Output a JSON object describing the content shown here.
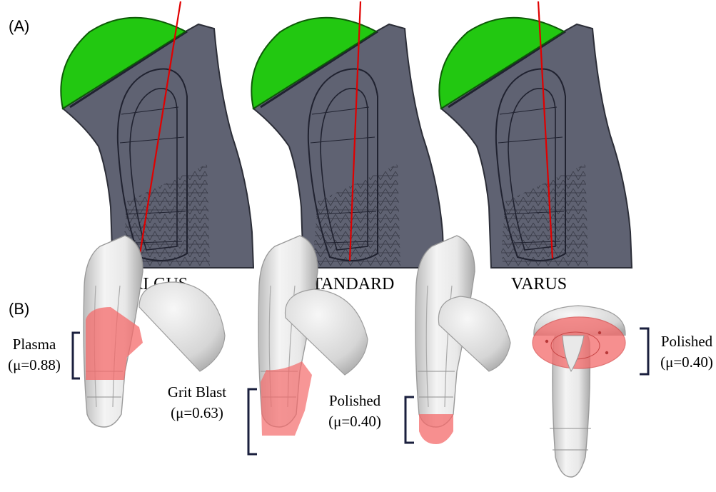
{
  "panel_a": {
    "letter": "(A)",
    "cases": [
      {
        "label": "VALGUS"
      },
      {
        "label": "STANDARD"
      },
      {
        "label": "VARUS"
      }
    ]
  },
  "panel_b": {
    "letter": "(B)",
    "annotations": [
      {
        "line1": "Plasma",
        "line2": "(μ=0.88)"
      },
      {
        "line1": "Grit Blast",
        "line2": "(μ=0.63)"
      },
      {
        "line1": "Polished",
        "line2": "(μ=0.40)"
      },
      {
        "line1": "Polished",
        "line2": "(μ=0.40)"
      }
    ]
  },
  "colors": {
    "bone": "#5f6272",
    "bone_edge": "#2c2e38",
    "head_green": "#22c811",
    "axis_red": "#e00000",
    "implant_grey": "#e4e4e4",
    "coating_red": "#f46a6a",
    "bracket": "#1a1f3d"
  }
}
